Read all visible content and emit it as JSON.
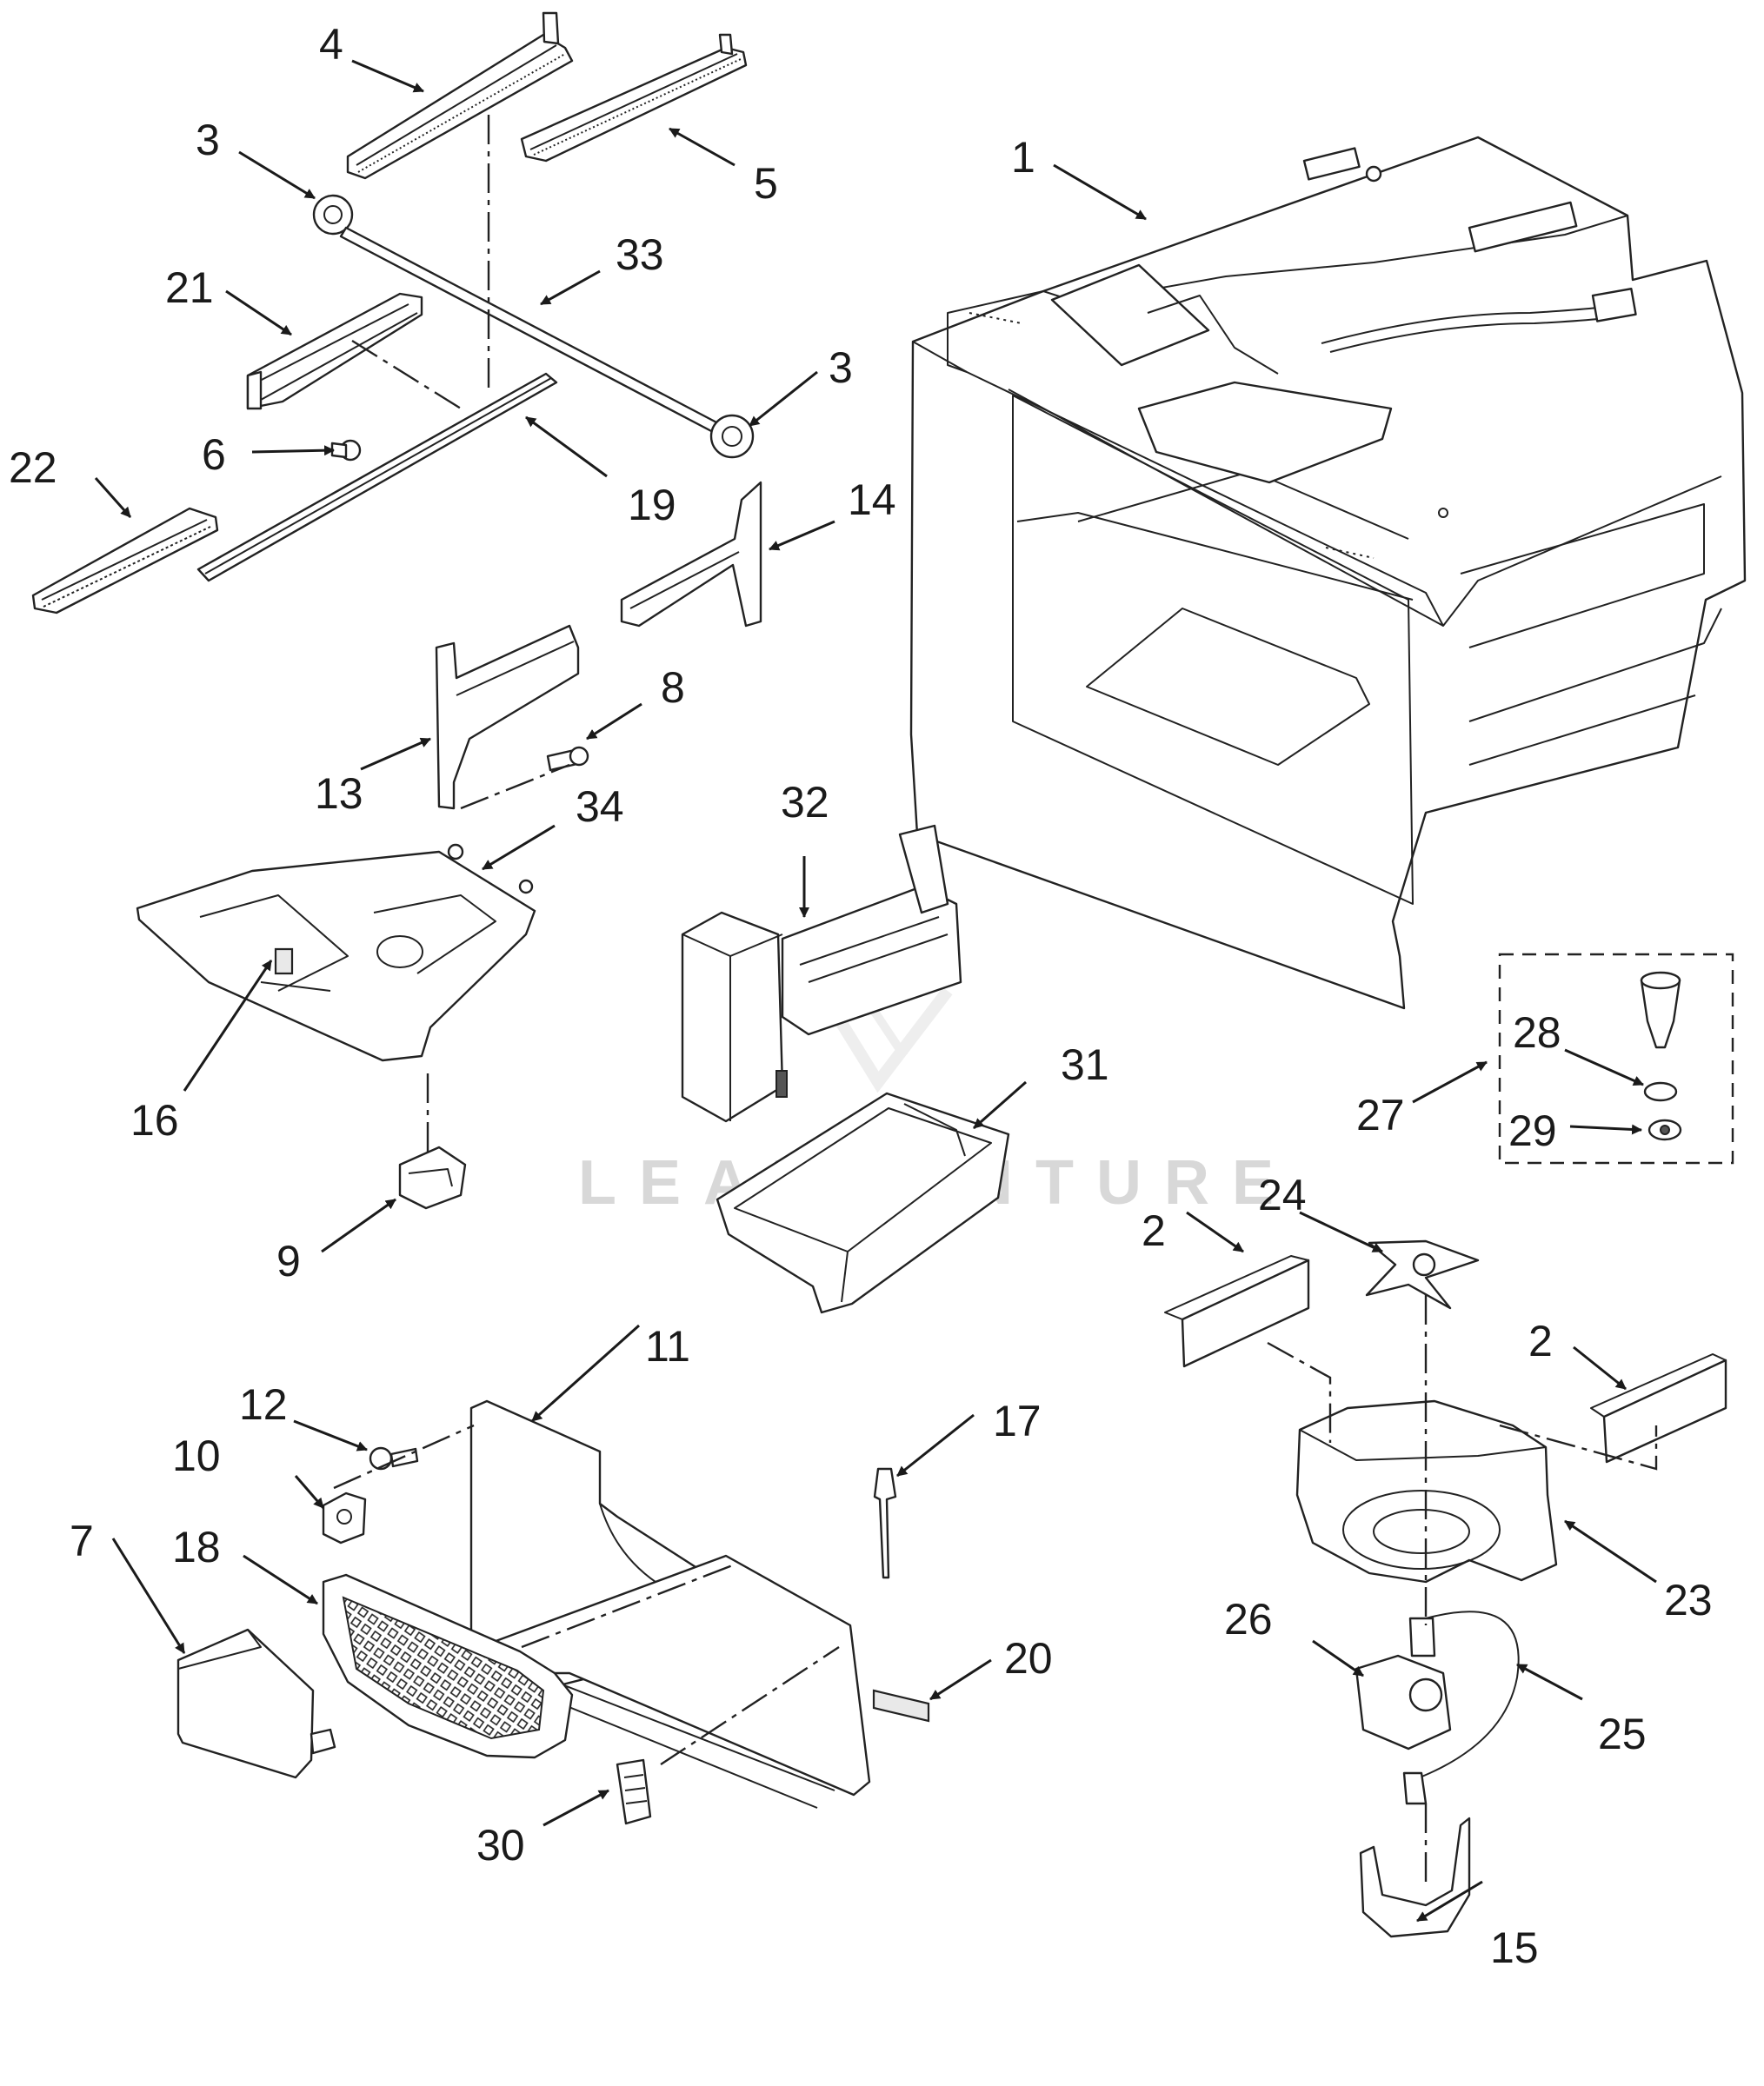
{
  "watermark": {
    "text": "LEADVENTURE",
    "logo": "lv-logo-icon"
  },
  "callouts": [
    "1",
    "2",
    "2",
    "3",
    "3",
    "4",
    "5",
    "6",
    "7",
    "8",
    "9",
    "10",
    "11",
    "12",
    "13",
    "14",
    "15",
    "16",
    "17",
    "18",
    "19",
    "20",
    "21",
    "22",
    "23",
    "24",
    "25",
    "26",
    "27",
    "28",
    "29",
    "30",
    "31",
    "32",
    "33",
    "34"
  ],
  "kit_box": {
    "label": "27",
    "parts": [
      "28",
      "29"
    ]
  }
}
